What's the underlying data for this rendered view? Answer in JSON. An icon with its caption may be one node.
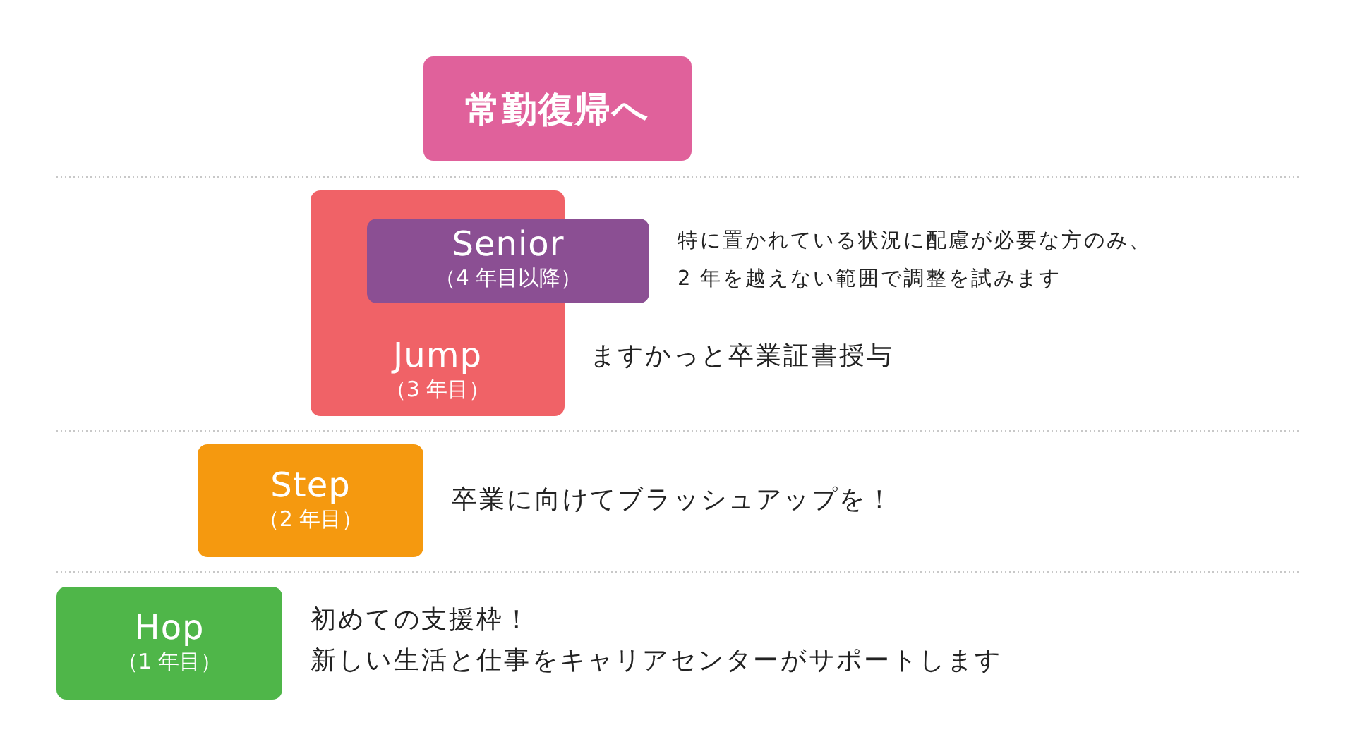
{
  "diagram": {
    "nodes": [
      {
        "text": [
          "常勤復帰へ"
        ]
      },
      {
        "text": [
          "Jump",
          "（3 年目）"
        ],
        "beside": [
          "ますかっと卒業証書授与"
        ]
      },
      {
        "text": [
          "Senior",
          "（4 年目以降）"
        ],
        "beside": [
          "特に置かれている状況に配慮が必要な方のみ、2 年を越えない範囲で調整を試みます"
        ]
      },
      {
        "text": [
          "Step",
          "（2 年目）"
        ],
        "beside": [
          "卒業に向けてブラッシュアップを！"
        ]
      },
      {
        "text": [
          "Hop",
          "（1 年目）"
        ],
        "beside": [
          "初めての支援枠！",
          "新しい生活と仕事をキャリアセンターがサポートします"
        ]
      }
    ],
    "edges": []
  }
}
